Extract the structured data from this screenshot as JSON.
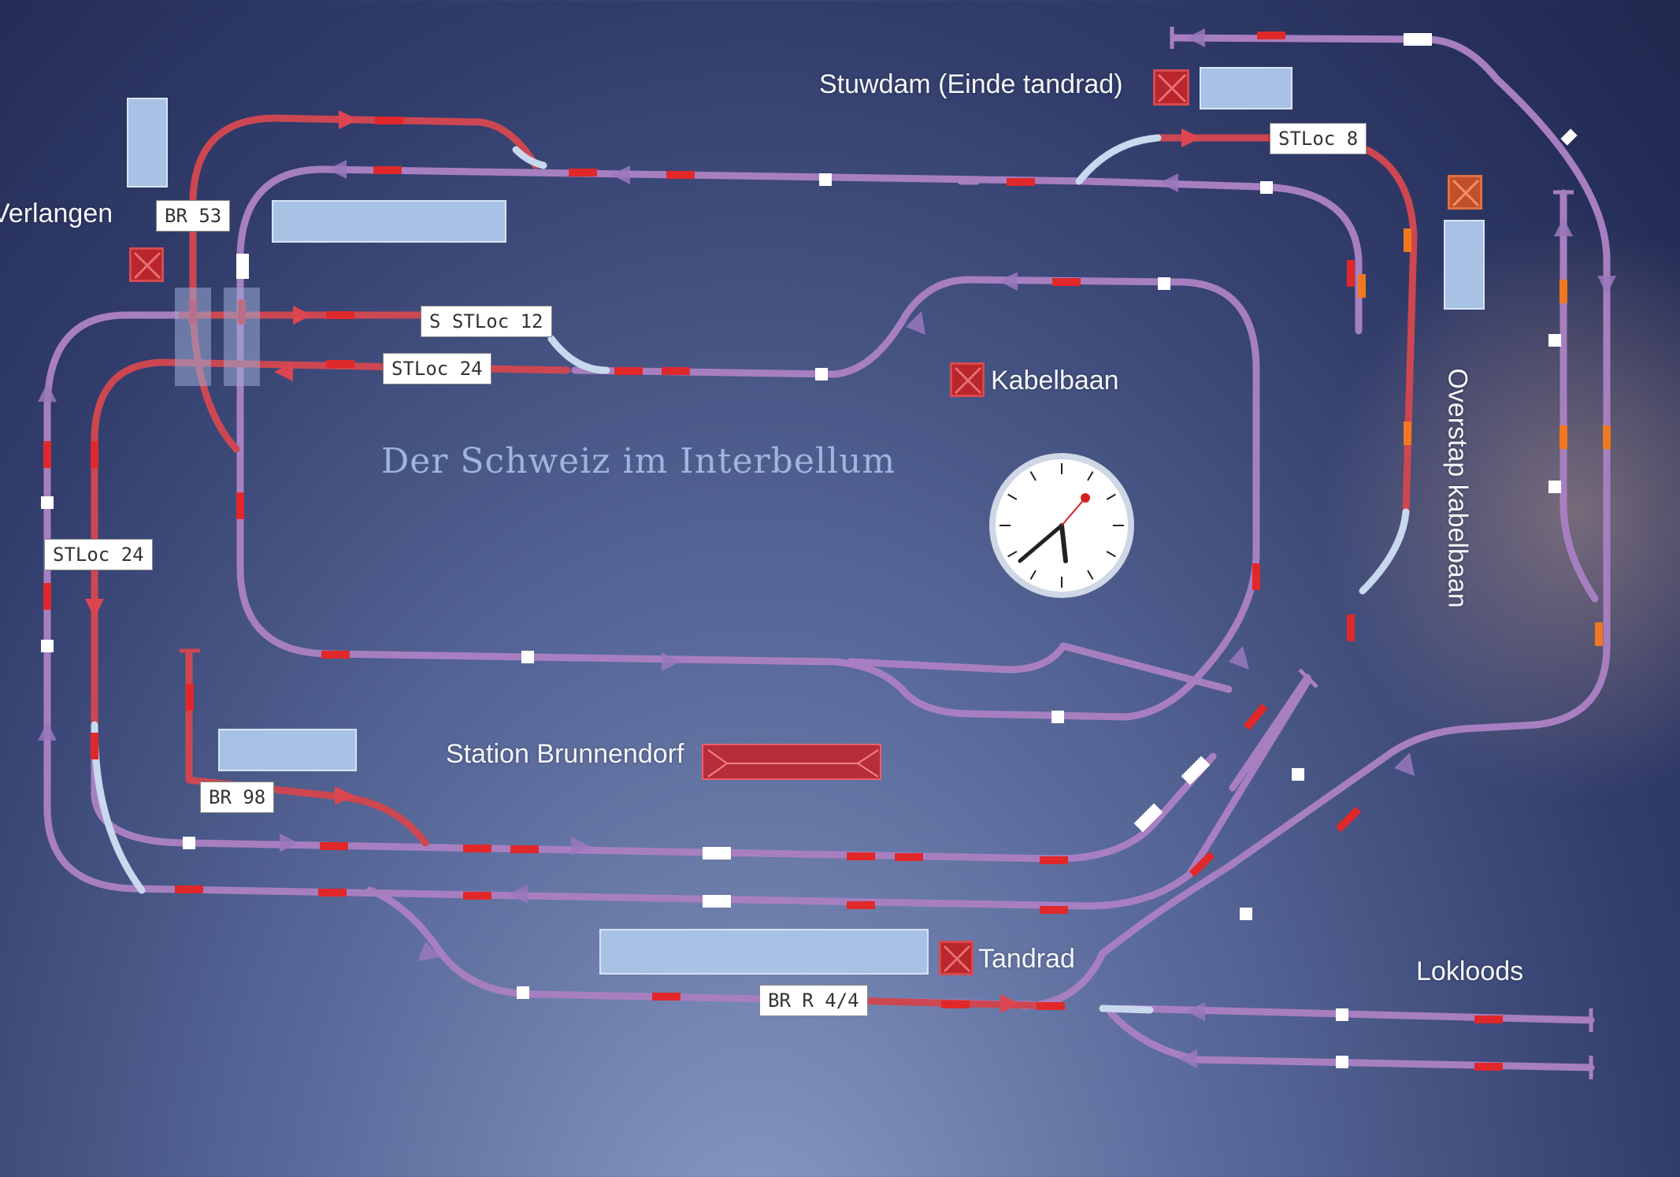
{
  "window": {
    "title": "Der Schweiz im Interbellum"
  },
  "labels": {
    "stuwdam": "Stuwdam (Einde tandrad)",
    "verlangen": "Verlangen",
    "kabelbaan": "Kabelbaan",
    "oversta_kabelbaan": "Overstap kabelbaan",
    "station": "Station Brunnendorf",
    "tandrad": "Tandrad",
    "lokloods": "Lokloods"
  },
  "loc_tags": {
    "br53": "BR 53",
    "stloc12": "S STLoc 12",
    "stloc24_top": "STLoc 24",
    "stloc24_left": "STLoc 24",
    "stloc8": "STLoc 8",
    "br98": "BR 98",
    "brr44": "BR R 4/4"
  },
  "colors": {
    "free_track": "#a77fc0",
    "reserved_track": "#cc4751",
    "occupied_segment": "#e0282b",
    "feedback_free": "#ffffff",
    "accent_blue": "#a8c2e6"
  },
  "icons": {
    "signal_off": "x-box-icon",
    "clock": "station-clock-icon"
  }
}
